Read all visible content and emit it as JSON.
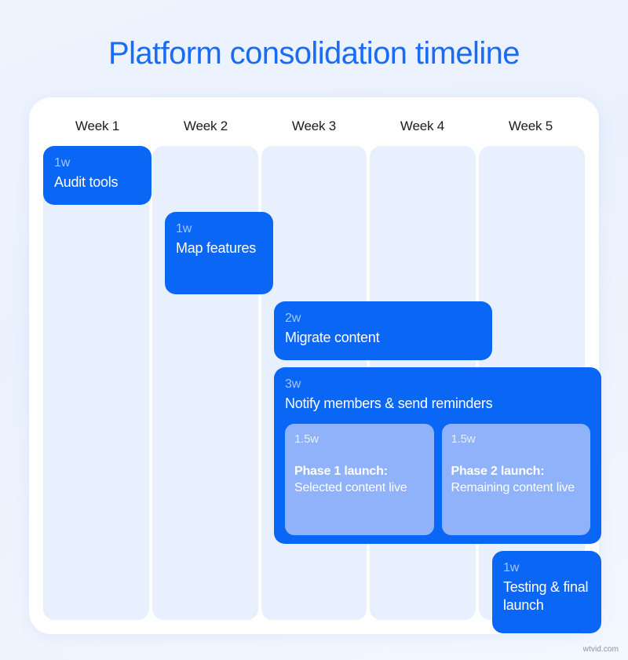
{
  "page": {
    "title": "Platform consolidation timeline",
    "watermark": "wtvid.com",
    "title_color": "#1a6bf5",
    "bar_color": "#0a66f5",
    "subbar_color": "#8fb2fb",
    "column_color": "#e9f0fd",
    "card_color": "#ffffff",
    "background_color": "#eef4fe"
  },
  "chart_data": {
    "type": "bar",
    "title": "Platform consolidation timeline",
    "xlabel": "",
    "ylabel": "",
    "categories": [
      "Week 1",
      "Week 2",
      "Week 3",
      "Week 4",
      "Week 5"
    ],
    "xlim": [
      1,
      6
    ],
    "grid": true,
    "legend": "none",
    "tasks": [
      {
        "name": "Audit tools",
        "duration": "1w",
        "duration_weeks": 1,
        "start_week": 1,
        "end_week": 2,
        "level": 0
      },
      {
        "name": "Map features",
        "duration": "1w",
        "duration_weeks": 1,
        "start_week": 2,
        "end_week": 3,
        "level": 0
      },
      {
        "name": "Migrate content",
        "duration": "2w",
        "duration_weeks": 2,
        "start_week": 3,
        "end_week": 5,
        "level": 0
      },
      {
        "name": "Notify members & send reminders",
        "duration": "3w",
        "duration_weeks": 3,
        "start_week": 3,
        "end_week": 6,
        "level": 0
      },
      {
        "name": "Phase 1 launch: Selected content live",
        "duration": "1.5w",
        "duration_weeks": 1.5,
        "start_week": 3,
        "end_week": 4.5,
        "level": 1
      },
      {
        "name": "Phase 2 launch: Remaining content live",
        "duration": "1.5w",
        "duration_weeks": 1.5,
        "start_week": 4.5,
        "end_week": 6,
        "level": 1
      },
      {
        "name": "Testing & final launch",
        "duration": "1w",
        "duration_weeks": 1,
        "start_week": 5,
        "end_week": 6,
        "level": 0
      }
    ]
  },
  "header": {
    "weeks": [
      {
        "label": "Week 1"
      },
      {
        "label": "Week 2"
      },
      {
        "label": "Week 3"
      },
      {
        "label": "Week 4"
      },
      {
        "label": "Week 5"
      }
    ]
  },
  "bars": {
    "audit": {
      "duration": "1w",
      "name": "Audit tools"
    },
    "map": {
      "duration": "1w",
      "name": "Map features"
    },
    "migrate": {
      "duration": "2w",
      "name": "Migrate content"
    },
    "notify": {
      "duration": "3w",
      "name": "Notify members & send reminders"
    },
    "phase1": {
      "duration": "1.5w",
      "title": "Phase 1 launch:",
      "desc": "Selected content live"
    },
    "phase2": {
      "duration": "1.5w",
      "title": "Phase 2 launch:",
      "desc": "Remaining content live"
    },
    "testing": {
      "duration": "1w",
      "name": "Testing & final launch"
    }
  }
}
